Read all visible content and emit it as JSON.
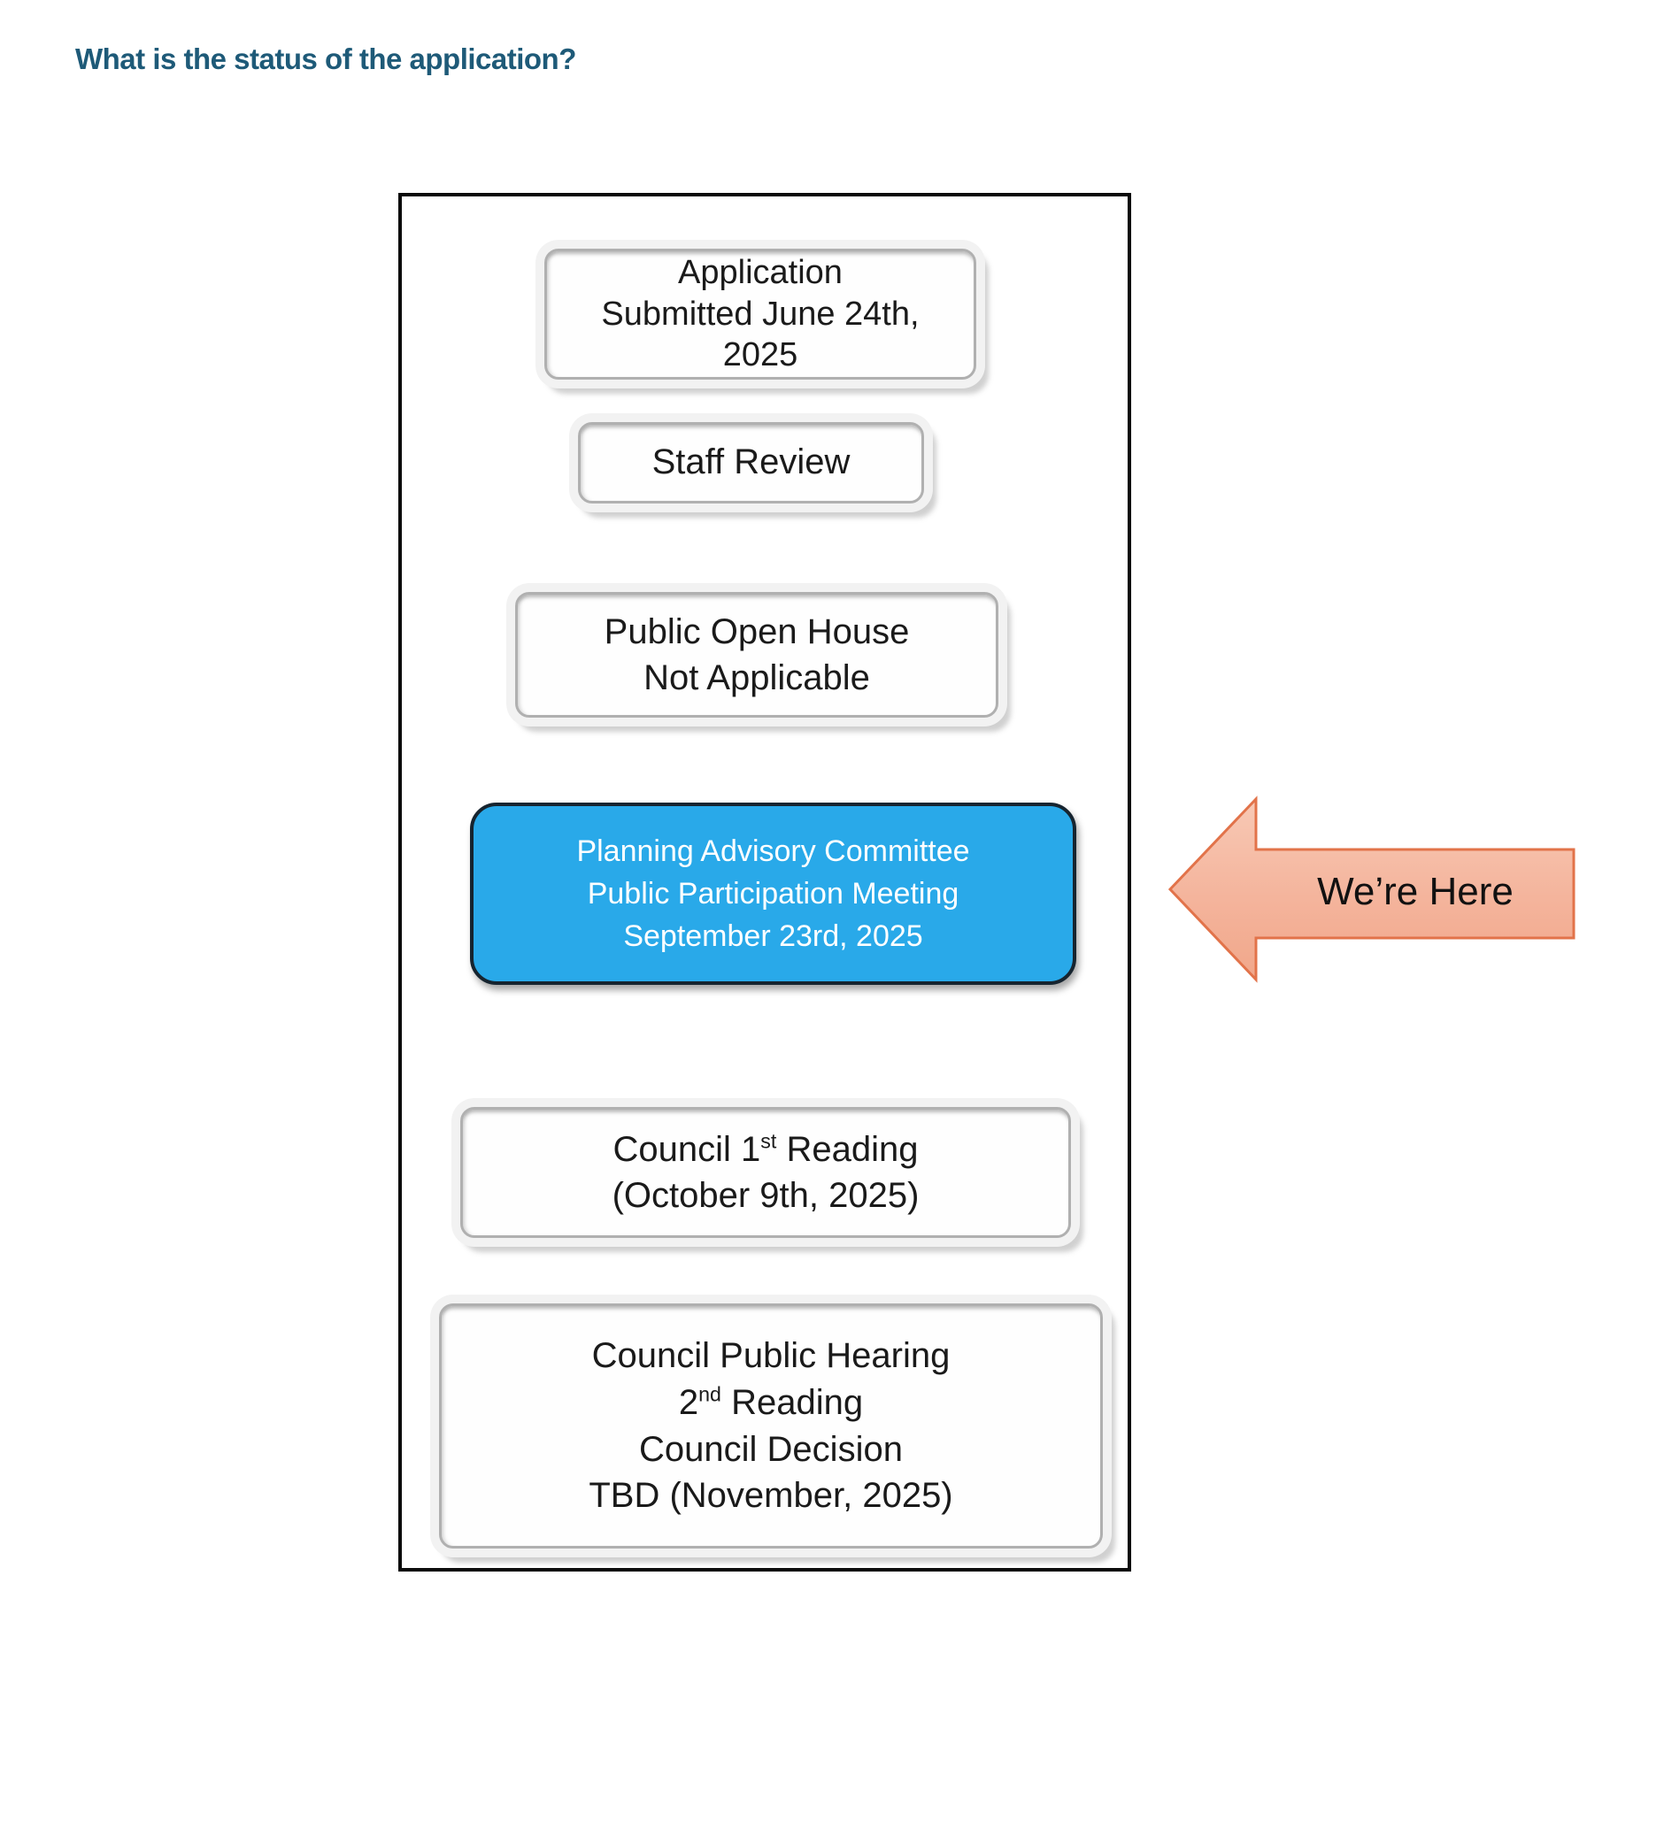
{
  "title": "What is the status of the application?",
  "flow": {
    "steps": [
      {
        "id": "application-submitted",
        "lines": [
          "Application",
          "Submitted June 24th,",
          "2025"
        ]
      },
      {
        "id": "staff-review",
        "lines": [
          "Staff Review"
        ]
      },
      {
        "id": "public-open-house",
        "lines": [
          "Public Open House",
          "Not Applicable"
        ]
      },
      {
        "id": "planning-advisory-committee-meeting",
        "highlighted": true,
        "lines": [
          "Planning Advisory Committee",
          "Public Participation Meeting",
          "September 23rd, 2025"
        ]
      },
      {
        "id": "council-first-reading",
        "line1": {
          "pre": "Council 1",
          "sup": "st",
          "post": " Reading"
        },
        "line2": "(October 9th, 2025)"
      },
      {
        "id": "council-public-hearing",
        "line1": "Council Public Hearing",
        "line2": {
          "pre": "2",
          "sup": "nd",
          "post": " Reading"
        },
        "line3": "Council Decision",
        "line4": "TBD (November, 2025)"
      }
    ]
  },
  "annotation": {
    "label": "We’re Here"
  },
  "colors": {
    "title_text": "#1E5A78",
    "highlight_fill": "#29A9E9",
    "highlight_border": "#16242F",
    "highlight_text": "#FFFFFF",
    "arrow_fill_light": "#F8C9B5",
    "arrow_fill_dark": "#F1A78A",
    "arrow_border": "#E2734A",
    "step_border": "#B0B0B0",
    "frame_border": "#0A0A0A"
  }
}
